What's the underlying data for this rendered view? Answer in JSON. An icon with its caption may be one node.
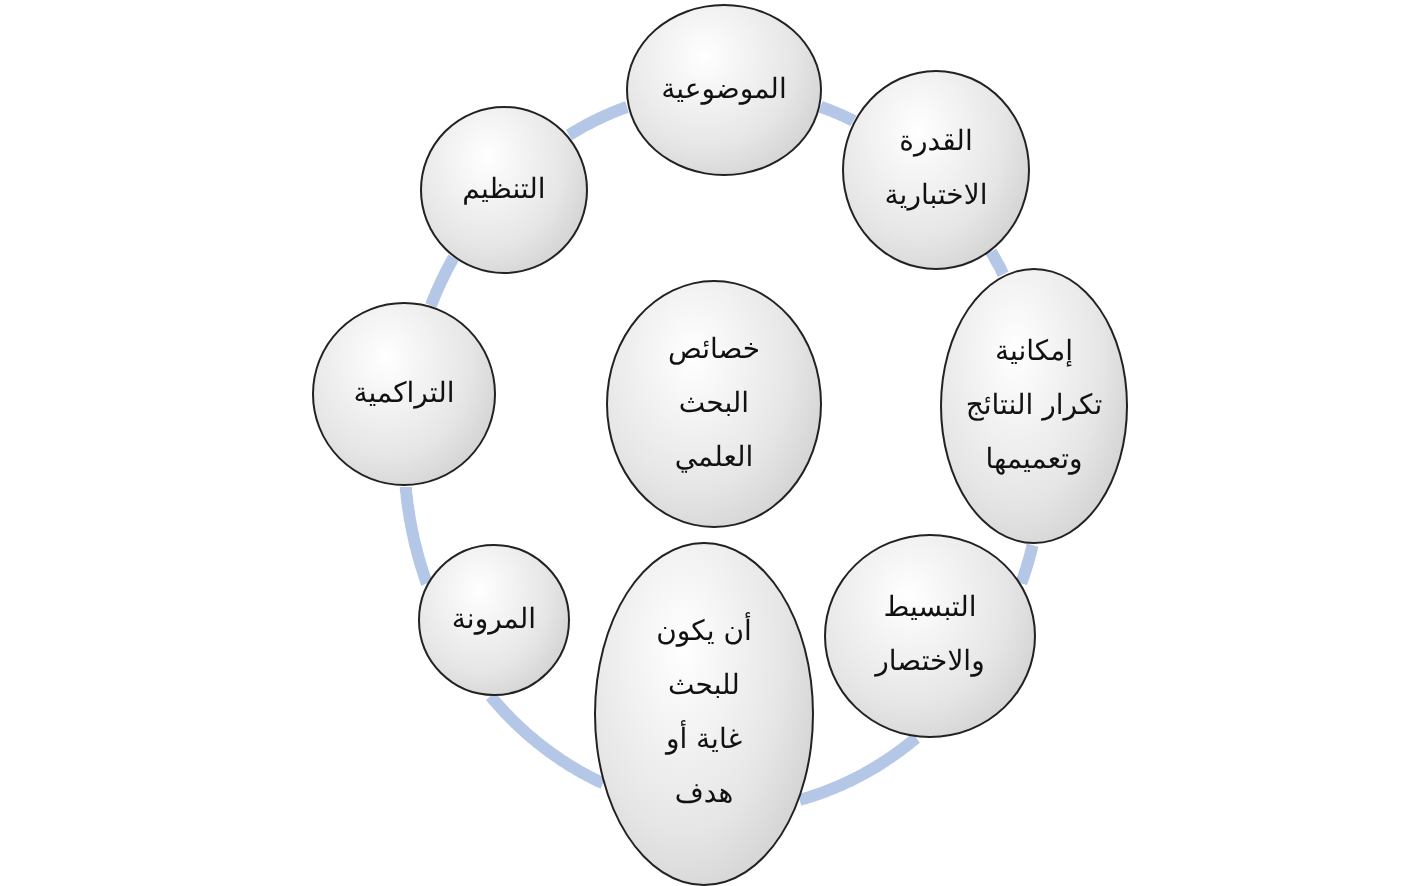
{
  "diagram": {
    "nodes": [
      {
        "text": [
          "الموضوعية"
        ]
      },
      {
        "text": [
          "القدرة الاختبارية"
        ]
      },
      {
        "text": [
          "إمكانية تكرار النتائج وتعميمها"
        ]
      },
      {
        "text": [
          "التبسيط والاختصار"
        ]
      },
      {
        "text": [
          "أن يكون للبحث غاية أو هدف"
        ]
      },
      {
        "text": [
          "المرونة"
        ]
      },
      {
        "text": [
          "التراكمية"
        ]
      },
      {
        "text": [
          "التنظيم"
        ]
      },
      {
        "text": [
          "خصائص البحث العلمي"
        ]
      }
    ],
    "edges": [
      {
        "from": 0,
        "to": 1,
        "arrow": "none"
      },
      {
        "from": 1,
        "to": 2,
        "arrow": "none"
      },
      {
        "from": 2,
        "to": 3,
        "arrow": "none"
      },
      {
        "from": 3,
        "to": 4,
        "arrow": "none"
      },
      {
        "from": 4,
        "to": 5,
        "arrow": "none"
      },
      {
        "from": 5,
        "to": 6,
        "arrow": "none"
      },
      {
        "from": 6,
        "to": 7,
        "arrow": "none"
      },
      {
        "from": 7,
        "to": 0,
        "arrow": "none"
      }
    ]
  }
}
